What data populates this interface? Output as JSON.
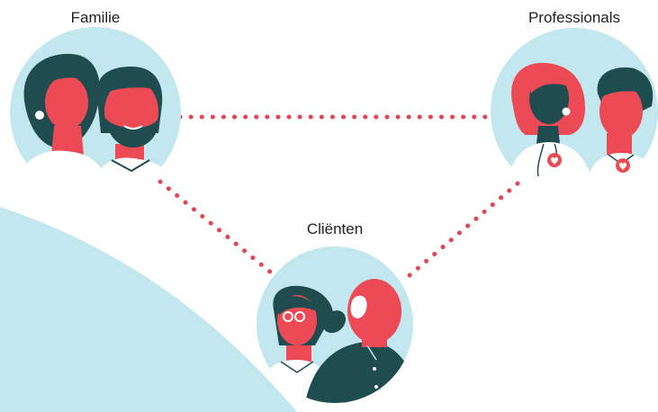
{
  "nodes": {
    "familie": {
      "label": "Familie"
    },
    "professionals": {
      "label": "Professionals"
    },
    "clienten": {
      "label": "Cliënten"
    }
  },
  "colors": {
    "circle_bg": "#c2e7ee",
    "accent_red": "#ec4a55",
    "dark_teal": "#1f4d4f",
    "connector": "#e54552",
    "white": "#ffffff"
  },
  "icons": [
    "family-couple-illustration",
    "professionals-illustration",
    "clients-couple-illustration",
    "heart-icon"
  ]
}
